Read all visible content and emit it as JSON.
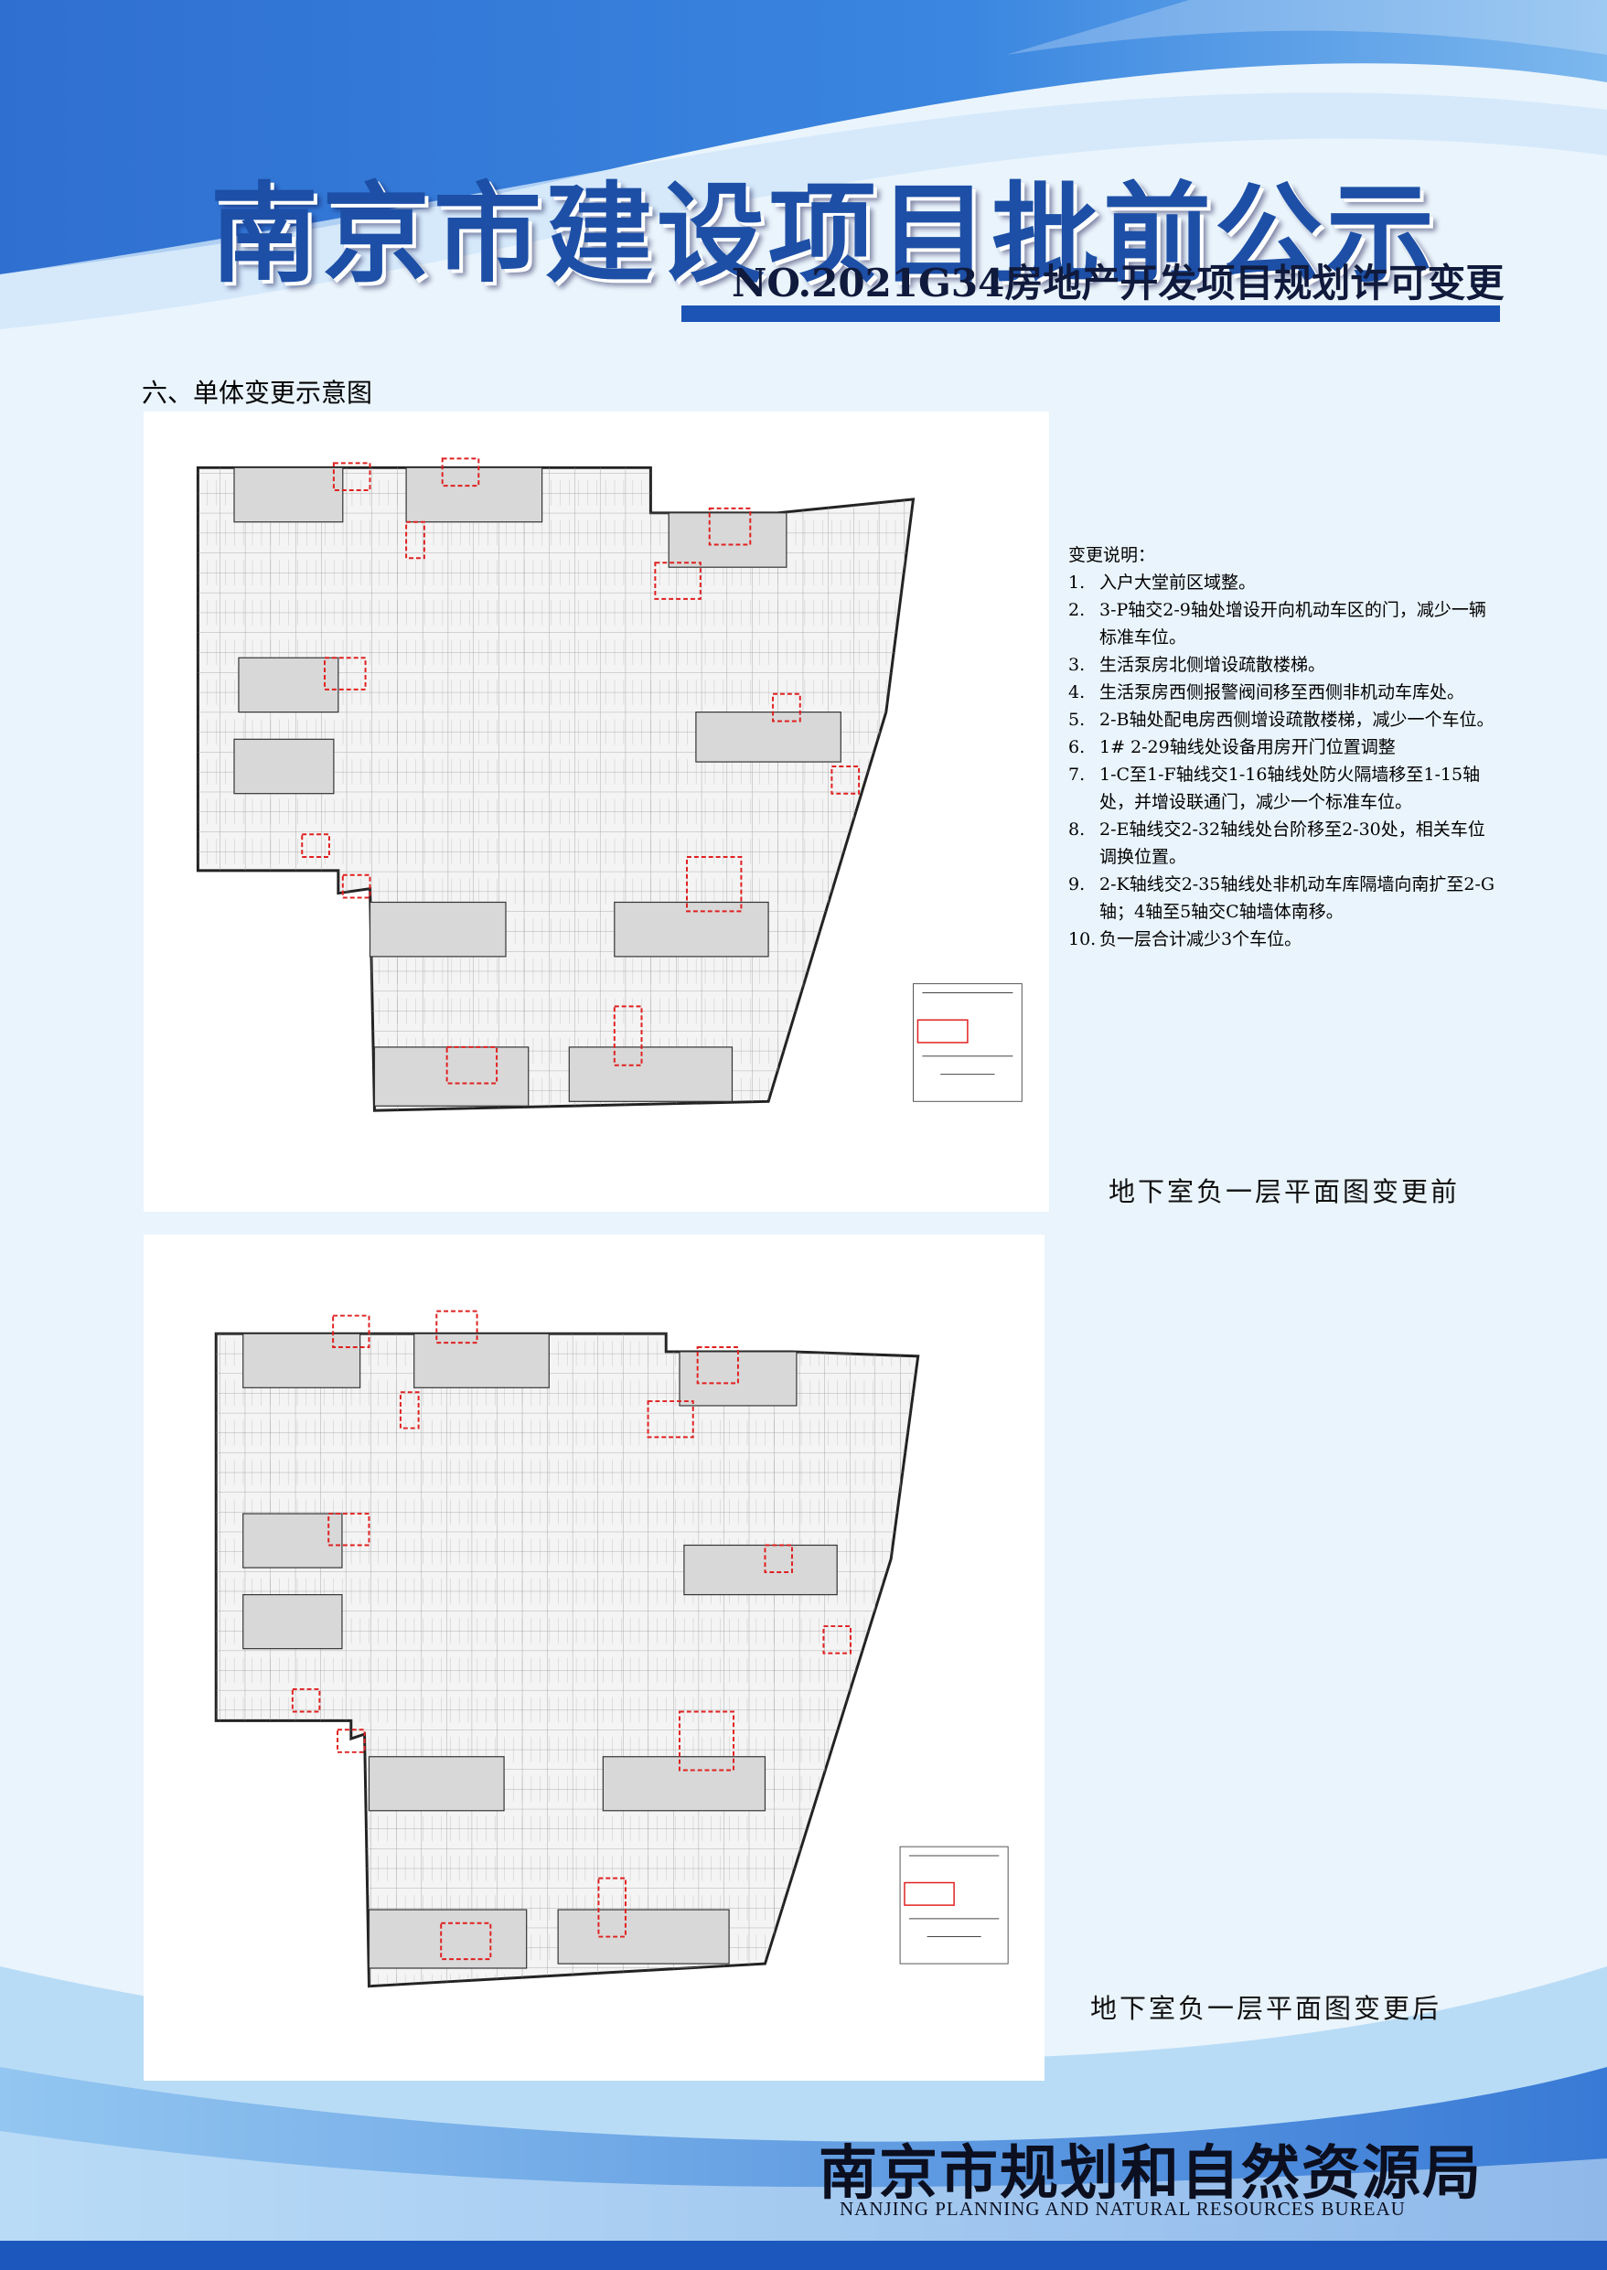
{
  "header": {
    "title": "南京市建设项目批前公示",
    "subtitle": "NO.2021G34房地产开发项目规划许可变更"
  },
  "section": {
    "title": "六、单体变更示意图"
  },
  "notes": {
    "title": "变更说明：",
    "items": [
      {
        "num": "1.",
        "text": "入户大堂前区域整。"
      },
      {
        "num": "2.",
        "text": "3-P轴交2-9轴处增设开向机动车区的门，减少一辆标准车位。"
      },
      {
        "num": "3.",
        "text": "生活泵房北侧增设疏散楼梯。"
      },
      {
        "num": "4.",
        "text": "生活泵房西侧报警阀间移至西侧非机动车库处。"
      },
      {
        "num": "5.",
        "text": "2-B轴处配电房西侧增设疏散楼梯，减少一个车位。"
      },
      {
        "num": "6.",
        "text": "1# 2-29轴线处设备用房开门位置调整"
      },
      {
        "num": "7.",
        "text": "1-C至1-F轴线交1-16轴线处防火隔墙移至1-15轴处，并增设联通门，减少一个标准车位。"
      },
      {
        "num": "8.",
        "text": "2-E轴线交2-32轴线处台阶移至2-30处，相关车位调换位置。"
      },
      {
        "num": "9.",
        "text": "2-K轴线交2-35轴线处非机动车库隔墙向南扩至2-G轴；4轴至5轴交C轴墙体南移。"
      },
      {
        "num": "10.",
        "text": "负一层合计减少3个车位。"
      }
    ]
  },
  "captions": {
    "before": "地下室负一层平面图变更前",
    "after": "地下室负一层平面图变更后"
  },
  "footer": {
    "bureau": "南京市规划和自然资源局",
    "bureau_en": "NANJING PLANNING AND NATURAL RESOURCES BUREAU"
  },
  "colors": {
    "title_blue": "#1d4fa6",
    "bar_blue": "#1b54b5",
    "markup_red": "#e02020"
  }
}
